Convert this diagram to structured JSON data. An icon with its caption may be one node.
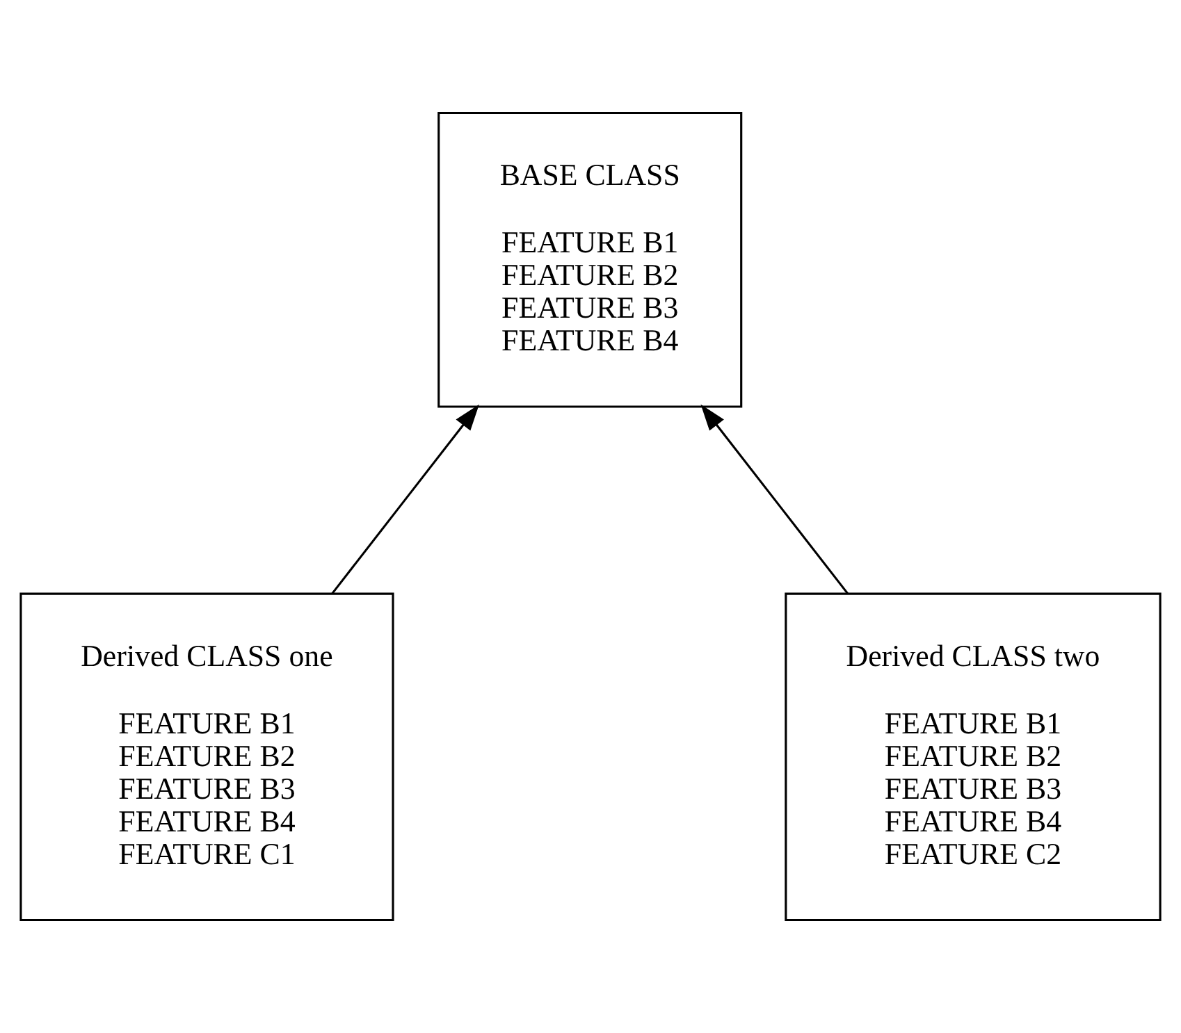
{
  "diagram": {
    "nodes": [
      {
        "text": [
          "BASE CLASS",
          "FEATURE B1",
          "FEATURE B2",
          "FEATURE B3",
          "FEATURE B4"
        ]
      },
      {
        "text": [
          "Derived CLASS one",
          "FEATURE B1",
          "FEATURE B2",
          "FEATURE B3",
          "FEATURE B4",
          "FEATURE C1"
        ]
      },
      {
        "text": [
          "Derived CLASS two",
          "FEATURE B1",
          "FEATURE B2",
          "FEATURE B3",
          "FEATURE B4",
          "FEATURE C2"
        ]
      }
    ],
    "edges": [
      {
        "from": 1,
        "to": 0,
        "arrow": "to"
      },
      {
        "from": 2,
        "to": 0,
        "arrow": "to"
      }
    ]
  }
}
